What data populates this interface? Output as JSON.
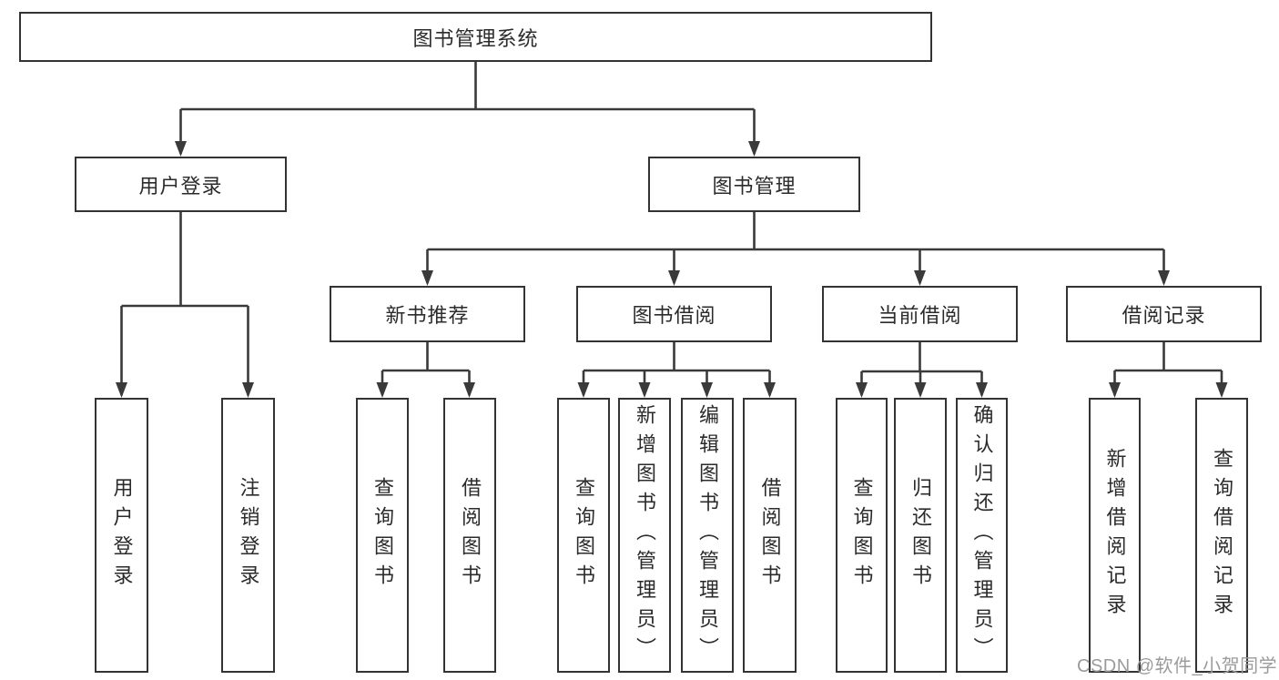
{
  "diagram": {
    "root": {
      "label": "图书管理系统"
    },
    "level2": [
      {
        "id": "user-login",
        "label": "用户登录"
      },
      {
        "id": "book-management",
        "label": "图书管理"
      }
    ],
    "level3": [
      {
        "id": "new-book-recommend",
        "label": "新书推荐"
      },
      {
        "id": "book-borrow",
        "label": "图书借阅"
      },
      {
        "id": "current-borrow",
        "label": "当前借阅"
      },
      {
        "id": "borrow-records",
        "label": "借阅记录"
      }
    ],
    "leaves": [
      {
        "parent": "user-login",
        "label": "用户登录"
      },
      {
        "parent": "user-login",
        "label": "注销登录"
      },
      {
        "parent": "new-book-recommend",
        "label": "查询图书"
      },
      {
        "parent": "new-book-recommend",
        "label": "借阅图书"
      },
      {
        "parent": "book-borrow",
        "label": "查询图书"
      },
      {
        "parent": "book-borrow",
        "label": "新增图书（管理员）"
      },
      {
        "parent": "book-borrow",
        "label": "编辑图书（管理员）"
      },
      {
        "parent": "book-borrow",
        "label": "借阅图书"
      },
      {
        "parent": "current-borrow",
        "label": "查询图书"
      },
      {
        "parent": "current-borrow",
        "label": "归还图书"
      },
      {
        "parent": "current-borrow",
        "label": "确认归还（管理员）"
      },
      {
        "parent": "borrow-records",
        "label": "新增借阅记录"
      },
      {
        "parent": "borrow-records",
        "label": "查询借阅记录"
      }
    ]
  },
  "watermark": {
    "text": "CSDN @软件_小贺同学"
  },
  "colors": {
    "line": "#3a3a3a",
    "border": "#333333",
    "text": "#2b2b2b",
    "watermark": "#9b9b9b",
    "background": "#ffffff"
  }
}
